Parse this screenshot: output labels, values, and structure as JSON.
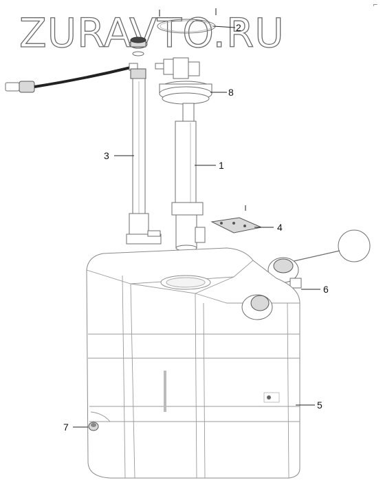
{
  "watermark": {
    "text": "ZURAVTO.RU"
  },
  "corner_mark": "⌐",
  "callouts": [
    {
      "id": "callout-1",
      "label": "1"
    },
    {
      "id": "callout-2",
      "label": "2"
    },
    {
      "id": "callout-3",
      "label": "3"
    },
    {
      "id": "callout-4",
      "label": "4"
    },
    {
      "id": "callout-5",
      "label": "5"
    },
    {
      "id": "callout-6",
      "label": "6"
    },
    {
      "id": "callout-7",
      "label": "7"
    },
    {
      "id": "callout-8",
      "label": "8"
    }
  ],
  "parts": [
    {
      "name": "sender-unit",
      "callout": "1"
    },
    {
      "name": "seal-ring",
      "callout": "2"
    },
    {
      "name": "suction-pipe",
      "callout": "3"
    },
    {
      "name": "heat-shield-plate",
      "callout": "4"
    },
    {
      "name": "tank",
      "callout": "5"
    },
    {
      "name": "filler-cap-with-lanyard",
      "callout": "6"
    },
    {
      "name": "drain-plug",
      "callout": "7"
    },
    {
      "name": "mounting-flange",
      "callout": "8"
    }
  ],
  "colors": {
    "line": "#6e6e6e",
    "leader": "#222222",
    "text": "#111111",
    "background": "#ffffff"
  }
}
